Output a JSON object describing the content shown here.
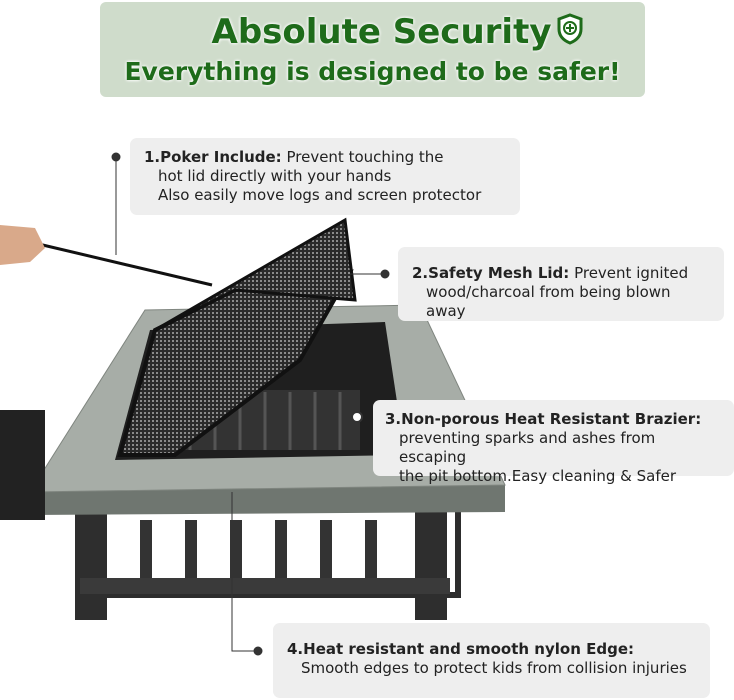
{
  "header": {
    "title": "Absolute Security",
    "subtitle": "Everything is designed to be safer!",
    "icon": "shield-plus-icon"
  },
  "callouts": [
    {
      "title": "1.Poker Include:",
      "lines": [
        "Prevent touching the",
        "hot lid directly with your hands",
        "Also easily move logs and screen protector"
      ]
    },
    {
      "title": "2.Safety Mesh Lid:",
      "lines": [
        "Prevent ignited",
        "wood/charcoal from being blown away"
      ]
    },
    {
      "title": "3.Non-porous Heat Resistant Brazier:",
      "lines": [
        "preventing sparks and ashes from escaping",
        "the pit bottom.Easy cleaning & Safer"
      ]
    },
    {
      "title": "4.Heat resistant and smooth nylon Edge:",
      "lines": [
        "Smooth edges to protect kids from collision injuries"
      ]
    }
  ],
  "colors": {
    "header_bg": "#cfdccb",
    "header_text": "#1e6b1a",
    "box_bg": "#eeeeee"
  }
}
